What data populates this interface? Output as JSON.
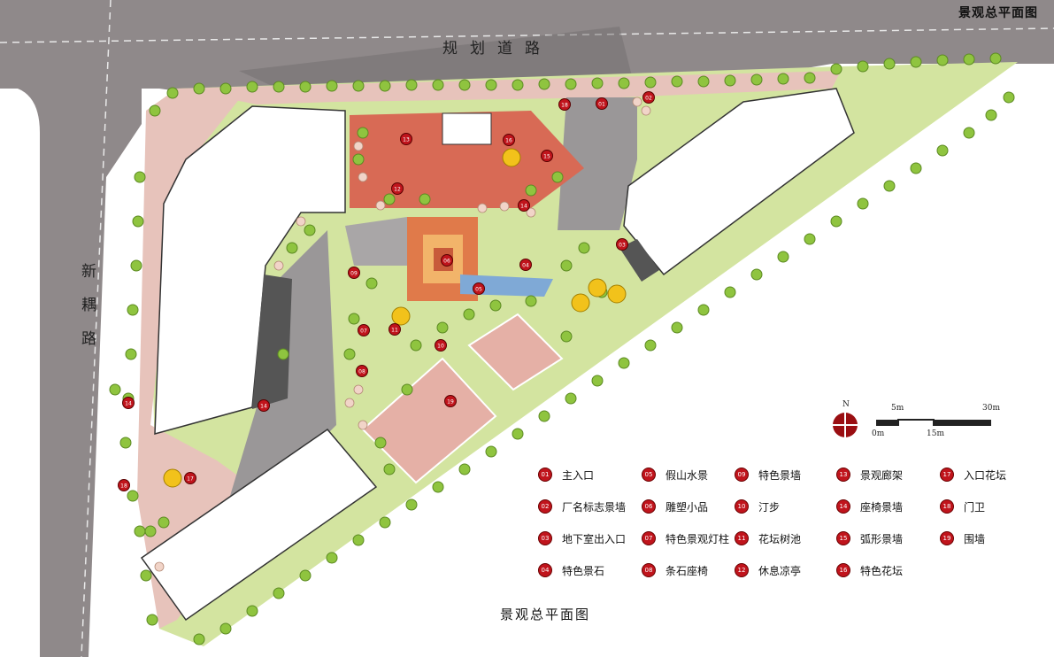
{
  "title_corner": "景观总平面图",
  "title_bottom": "景观总平面图",
  "roads": {
    "top": "规划道路",
    "left_chars": [
      "新",
      "耦",
      "路"
    ]
  },
  "markers": [
    {
      "code": "01"
    },
    {
      "code": "02"
    },
    {
      "code": "03"
    },
    {
      "code": "04"
    },
    {
      "code": "05"
    },
    {
      "code": "06"
    },
    {
      "code": "07"
    },
    {
      "code": "08"
    },
    {
      "code": "09"
    },
    {
      "code": "10"
    },
    {
      "code": "11"
    },
    {
      "code": "12"
    },
    {
      "code": "13"
    },
    {
      "code": "14"
    },
    {
      "code": "15"
    },
    {
      "code": "16"
    },
    {
      "code": "17"
    },
    {
      "code": "18"
    },
    {
      "code": "19"
    }
  ],
  "legend": [
    [
      {
        "code": "01",
        "label": "主入口"
      },
      {
        "code": "02",
        "label": "厂名标志景墙"
      },
      {
        "code": "03",
        "label": "地下室出入口"
      },
      {
        "code": "04",
        "label": "特色景石"
      }
    ],
    [
      {
        "code": "05",
        "label": "假山水景"
      },
      {
        "code": "06",
        "label": "雕塑小品"
      },
      {
        "code": "07",
        "label": "特色景观灯柱"
      },
      {
        "code": "08",
        "label": "条石座椅"
      }
    ],
    [
      {
        "code": "09",
        "label": "特色景墙"
      },
      {
        "code": "10",
        "label": "汀步"
      },
      {
        "code": "11",
        "label": "花坛树池"
      },
      {
        "code": "12",
        "label": "休息凉亭"
      }
    ],
    [
      {
        "code": "13",
        "label": "景观廊架"
      },
      {
        "code": "14",
        "label": "座椅景墙"
      },
      {
        "code": "15",
        "label": "弧形景墙"
      },
      {
        "code": "16",
        "label": "特色花坛"
      }
    ],
    [
      {
        "code": "17",
        "label": "入口花坛"
      },
      {
        "code": "18",
        "label": "门卫"
      },
      {
        "code": "19",
        "label": "围墙"
      }
    ]
  ],
  "north": "N",
  "scale_labels": {
    "a": "5m",
    "b": "30m",
    "c": "0m",
    "d": "15m"
  },
  "colors": {
    "road": "#8f898a",
    "paving_pink": "#e7c3bb",
    "lawn": "#d3e4a0",
    "tree": "#8fc43f",
    "marker": "#c0141c",
    "building": "#ffffff",
    "plaza_red": "#d86a55",
    "court": "#e5b0a6"
  }
}
